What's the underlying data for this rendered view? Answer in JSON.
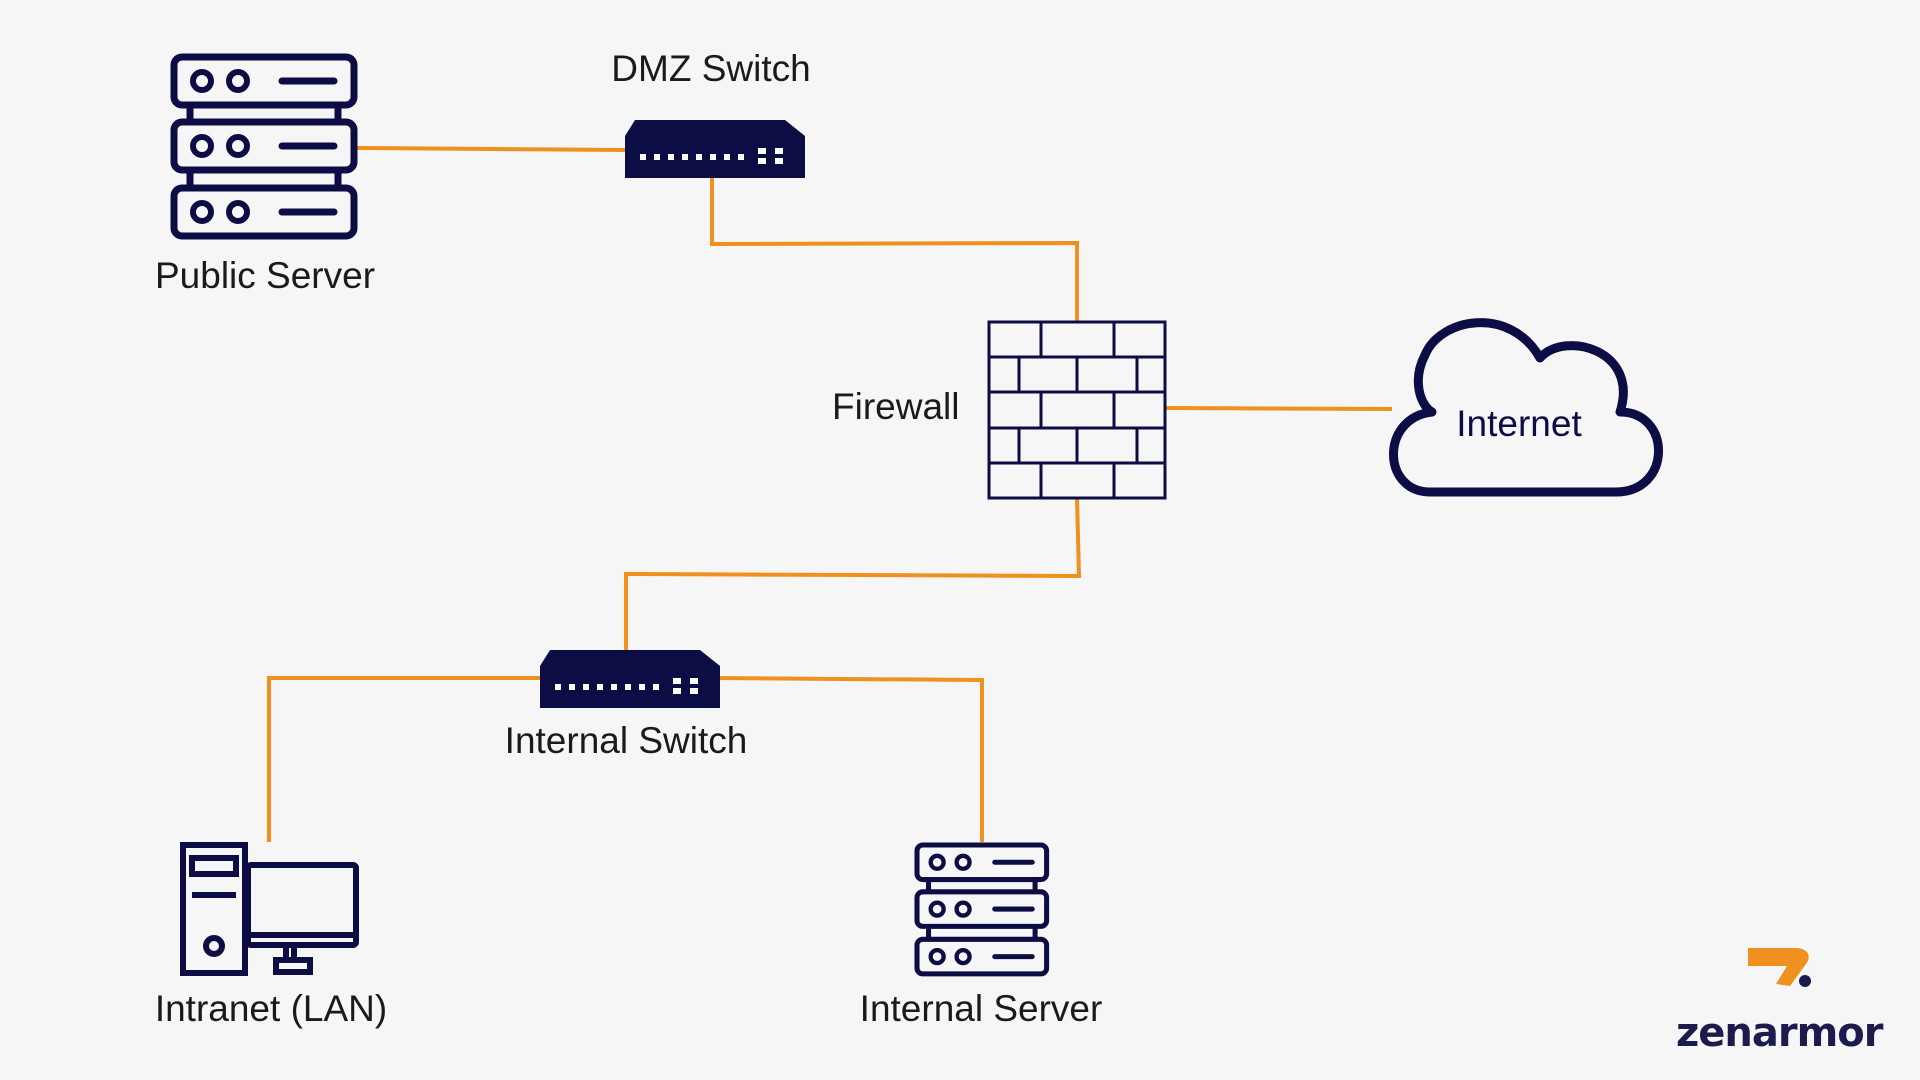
{
  "colors": {
    "background": "#f6f6f6",
    "icon": "#0d0d45",
    "link": "#f0901e",
    "brand": "#1b1b4d"
  },
  "nodes": {
    "public_server": {
      "label": "Public Server",
      "icon": "server-stack-icon"
    },
    "dmz_switch": {
      "label": "DMZ Switch",
      "icon": "network-switch-icon"
    },
    "firewall": {
      "label": "Firewall",
      "icon": "brick-firewall-icon"
    },
    "internet": {
      "label": "Internet",
      "icon": "cloud-icon"
    },
    "internal_switch": {
      "label": "Internal Switch",
      "icon": "network-switch-icon"
    },
    "intranet": {
      "label": "Intranet (LAN)",
      "icon": "desktop-computer-icon"
    },
    "internal_server": {
      "label": "Internal Server",
      "icon": "server-stack-icon"
    }
  },
  "connections": [
    {
      "from": "public_server",
      "to": "dmz_switch"
    },
    {
      "from": "dmz_switch",
      "to": "firewall"
    },
    {
      "from": "firewall",
      "to": "internet"
    },
    {
      "from": "firewall",
      "to": "internal_switch"
    },
    {
      "from": "internal_switch",
      "to": "intranet"
    },
    {
      "from": "internal_switch",
      "to": "internal_server"
    }
  ],
  "brand": {
    "name": "zenarmor",
    "icon": "zenarmor-logo-icon"
  }
}
